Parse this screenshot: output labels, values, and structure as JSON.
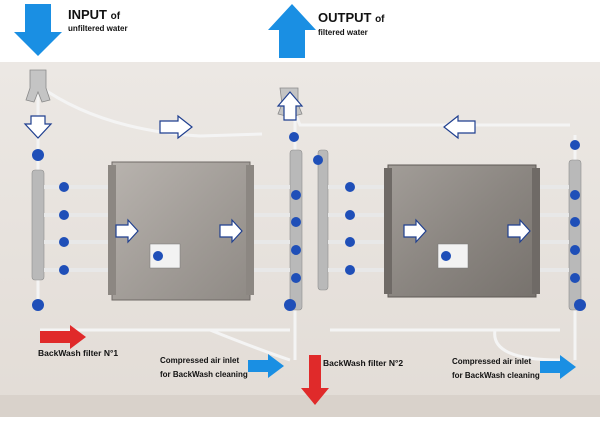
{
  "labels": {
    "input_main": "INPUT",
    "input_of": "of",
    "input_sub": "unfiltered water",
    "output_main": "OUTPUT",
    "output_of": "of",
    "output_sub": "filtered water",
    "backwash_1": "BackWash filter N°1",
    "backwash_2": "BackWash filter N°2",
    "air_inlet_left_line1": "Compressed air inlet",
    "air_inlet_left_line2": "for BackWash cleaning",
    "air_inlet_right_line1": "Compressed air inlet",
    "air_inlet_right_line2": "for BackWash cleaning"
  },
  "colors": {
    "blue_arrow": "#1a8fe3",
    "red_arrow": "#e02a2a",
    "wall": "#e9e4e0",
    "box_left": "#a6a19c",
    "box_right": "#8c8782",
    "valve_blue": "#1f4fb8"
  }
}
